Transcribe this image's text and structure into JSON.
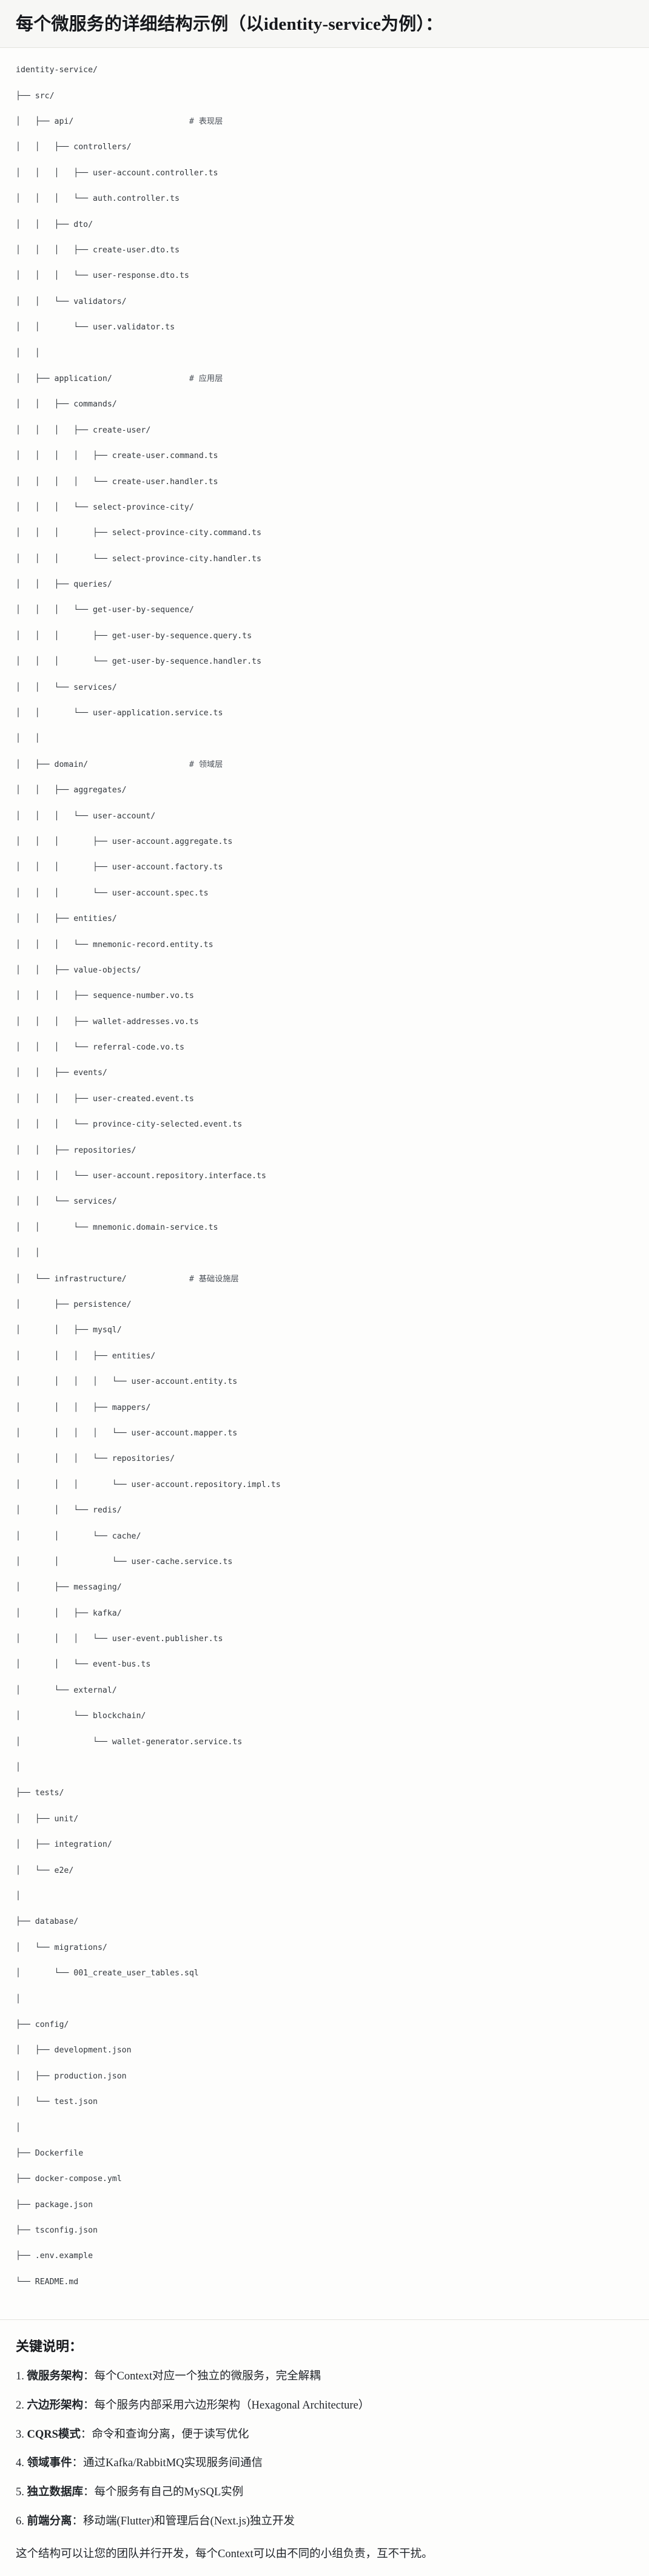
{
  "header": {
    "title": "每个微服务的详细结构示例（以identity-service为例）："
  },
  "tree": {
    "root": "identity-service/",
    "lines": [
      {
        "text": "identity-service/",
        "comment": ""
      },
      {
        "text": "├── src/",
        "comment": ""
      },
      {
        "text": "│   ├── api/",
        "comment": "# 表现层"
      },
      {
        "text": "│   │   ├── controllers/",
        "comment": ""
      },
      {
        "text": "│   │   │   ├── user-account.controller.ts",
        "comment": ""
      },
      {
        "text": "│   │   │   └── auth.controller.ts",
        "comment": ""
      },
      {
        "text": "│   │   ├── dto/",
        "comment": ""
      },
      {
        "text": "│   │   │   ├── create-user.dto.ts",
        "comment": ""
      },
      {
        "text": "│   │   │   └── user-response.dto.ts",
        "comment": ""
      },
      {
        "text": "│   │   └── validators/",
        "comment": ""
      },
      {
        "text": "│   │       └── user.validator.ts",
        "comment": ""
      },
      {
        "text": "│   │",
        "comment": ""
      },
      {
        "text": "│   ├── application/",
        "comment": "# 应用层"
      },
      {
        "text": "│   │   ├── commands/",
        "comment": ""
      },
      {
        "text": "│   │   │   ├── create-user/",
        "comment": ""
      },
      {
        "text": "│   │   │   │   ├── create-user.command.ts",
        "comment": ""
      },
      {
        "text": "│   │   │   │   └── create-user.handler.ts",
        "comment": ""
      },
      {
        "text": "│   │   │   └── select-province-city/",
        "comment": ""
      },
      {
        "text": "│   │   │       ├── select-province-city.command.ts",
        "comment": ""
      },
      {
        "text": "│   │   │       └── select-province-city.handler.ts",
        "comment": ""
      },
      {
        "text": "│   │   ├── queries/",
        "comment": ""
      },
      {
        "text": "│   │   │   └── get-user-by-sequence/",
        "comment": ""
      },
      {
        "text": "│   │   │       ├── get-user-by-sequence.query.ts",
        "comment": ""
      },
      {
        "text": "│   │   │       └── get-user-by-sequence.handler.ts",
        "comment": ""
      },
      {
        "text": "│   │   └── services/",
        "comment": ""
      },
      {
        "text": "│   │       └── user-application.service.ts",
        "comment": ""
      },
      {
        "text": "│   │",
        "comment": ""
      },
      {
        "text": "│   ├── domain/",
        "comment": "# 领域层"
      },
      {
        "text": "│   │   ├── aggregates/",
        "comment": ""
      },
      {
        "text": "│   │   │   └── user-account/",
        "comment": ""
      },
      {
        "text": "│   │   │       ├── user-account.aggregate.ts",
        "comment": ""
      },
      {
        "text": "│   │   │       ├── user-account.factory.ts",
        "comment": ""
      },
      {
        "text": "│   │   │       └── user-account.spec.ts",
        "comment": ""
      },
      {
        "text": "│   │   ├── entities/",
        "comment": ""
      },
      {
        "text": "│   │   │   └── mnemonic-record.entity.ts",
        "comment": ""
      },
      {
        "text": "│   │   ├── value-objects/",
        "comment": ""
      },
      {
        "text": "│   │   │   ├── sequence-number.vo.ts",
        "comment": ""
      },
      {
        "text": "│   │   │   ├── wallet-addresses.vo.ts",
        "comment": ""
      },
      {
        "text": "│   │   │   └── referral-code.vo.ts",
        "comment": ""
      },
      {
        "text": "│   │   ├── events/",
        "comment": ""
      },
      {
        "text": "│   │   │   ├── user-created.event.ts",
        "comment": ""
      },
      {
        "text": "│   │   │   └── province-city-selected.event.ts",
        "comment": ""
      },
      {
        "text": "│   │   ├── repositories/",
        "comment": ""
      },
      {
        "text": "│   │   │   └── user-account.repository.interface.ts",
        "comment": ""
      },
      {
        "text": "│   │   └── services/",
        "comment": ""
      },
      {
        "text": "│   │       └── mnemonic.domain-service.ts",
        "comment": ""
      },
      {
        "text": "│   │",
        "comment": ""
      },
      {
        "text": "│   └── infrastructure/",
        "comment": "# 基础设施层"
      },
      {
        "text": "│       ├── persistence/",
        "comment": ""
      },
      {
        "text": "│       │   ├── mysql/",
        "comment": ""
      },
      {
        "text": "│       │   │   ├── entities/",
        "comment": ""
      },
      {
        "text": "│       │   │   │   └── user-account.entity.ts",
        "comment": ""
      },
      {
        "text": "│       │   │   ├── mappers/",
        "comment": ""
      },
      {
        "text": "│       │   │   │   └── user-account.mapper.ts",
        "comment": ""
      },
      {
        "text": "│       │   │   └── repositories/",
        "comment": ""
      },
      {
        "text": "│       │   │       └── user-account.repository.impl.ts",
        "comment": ""
      },
      {
        "text": "│       │   └── redis/",
        "comment": ""
      },
      {
        "text": "│       │       └── cache/",
        "comment": ""
      },
      {
        "text": "│       │           └── user-cache.service.ts",
        "comment": ""
      },
      {
        "text": "│       ├── messaging/",
        "comment": ""
      },
      {
        "text": "│       │   ├── kafka/",
        "comment": ""
      },
      {
        "text": "│       │   │   └── user-event.publisher.ts",
        "comment": ""
      },
      {
        "text": "│       │   └── event-bus.ts",
        "comment": ""
      },
      {
        "text": "│       └── external/",
        "comment": ""
      },
      {
        "text": "│           └── blockchain/",
        "comment": ""
      },
      {
        "text": "│               └── wallet-generator.service.ts",
        "comment": ""
      },
      {
        "text": "│",
        "comment": ""
      },
      {
        "text": "├── tests/",
        "comment": ""
      },
      {
        "text": "│   ├── unit/",
        "comment": ""
      },
      {
        "text": "│   ├── integration/",
        "comment": ""
      },
      {
        "text": "│   └── e2e/",
        "comment": ""
      },
      {
        "text": "│",
        "comment": ""
      },
      {
        "text": "├── database/",
        "comment": ""
      },
      {
        "text": "│   └── migrations/",
        "comment": ""
      },
      {
        "text": "│       └── 001_create_user_tables.sql",
        "comment": ""
      },
      {
        "text": "│",
        "comment": ""
      },
      {
        "text": "├── config/",
        "comment": ""
      },
      {
        "text": "│   ├── development.json",
        "comment": ""
      },
      {
        "text": "│   ├── production.json",
        "comment": ""
      },
      {
        "text": "│   └── test.json",
        "comment": ""
      },
      {
        "text": "│",
        "comment": ""
      },
      {
        "text": "├── Dockerfile",
        "comment": ""
      },
      {
        "text": "├── docker-compose.yml",
        "comment": ""
      },
      {
        "text": "├── package.json",
        "comment": ""
      },
      {
        "text": "├── tsconfig.json",
        "comment": ""
      },
      {
        "text": "├── .env.example",
        "comment": ""
      },
      {
        "text": "└── README.md",
        "comment": ""
      }
    ],
    "comment_column": 36
  },
  "notes": {
    "heading": "关键说明：",
    "items": [
      {
        "index": "1.",
        "term": "微服务架构",
        "sep": "：",
        "desc": "每个Context对应一个独立的微服务，完全解耦"
      },
      {
        "index": "2.",
        "term": "六边形架构",
        "sep": "：",
        "desc": "每个服务内部采用六边形架构（Hexagonal Architecture）"
      },
      {
        "index": "3.",
        "term": "CQRS模式",
        "sep": "：",
        "desc": "命令和查询分离，便于读写优化"
      },
      {
        "index": "4.",
        "term": "领域事件",
        "sep": "：",
        "desc": "通过Kafka/RabbitMQ实现服务间通信"
      },
      {
        "index": "5.",
        "term": "独立数据库",
        "sep": "：",
        "desc": "每个服务有自己的MySQL实例"
      },
      {
        "index": "6.",
        "term": "前端分离",
        "sep": "：",
        "desc": "移动端(Flutter)和管理后台(Next.js)独立开发"
      }
    ],
    "closing": "这个结构可以让您的团队并行开发，每个Context可以由不同的小组负责，互不干扰。"
  }
}
